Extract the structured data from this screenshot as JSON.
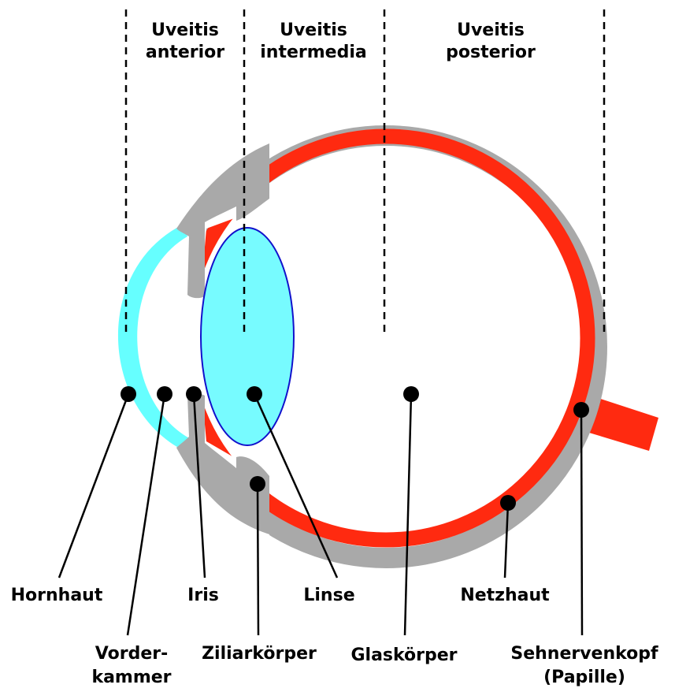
{
  "colors": {
    "sclera": "#a9a9a9",
    "retina": "#ff2a10",
    "cornea": "#66ffff",
    "lens_fill": "#77fbff",
    "lens_stroke": "#1111cc",
    "line": "#000000",
    "background": "#ffffff"
  },
  "zones": [
    {
      "line1": "Uveitis",
      "line2": "anterior"
    },
    {
      "line1": "Uveitis",
      "line2": "intermedia"
    },
    {
      "line1": "Uveitis",
      "line2": "posterior"
    }
  ],
  "labels": {
    "hornhaut": {
      "line1": "Hornhaut"
    },
    "vorderkammer": {
      "line1": "Vorder-",
      "line2": "kammer"
    },
    "iris": {
      "line1": "Iris"
    },
    "ziliarkoerper": {
      "line1": "Ziliarkörper"
    },
    "linse": {
      "line1": "Linse"
    },
    "glaskoerper": {
      "line1": "Glaskörper"
    },
    "netzhaut": {
      "line1": "Netzhaut"
    },
    "sehnervenkopf": {
      "line1": "Sehnervenkopf",
      "line2": "(Papille)"
    }
  }
}
